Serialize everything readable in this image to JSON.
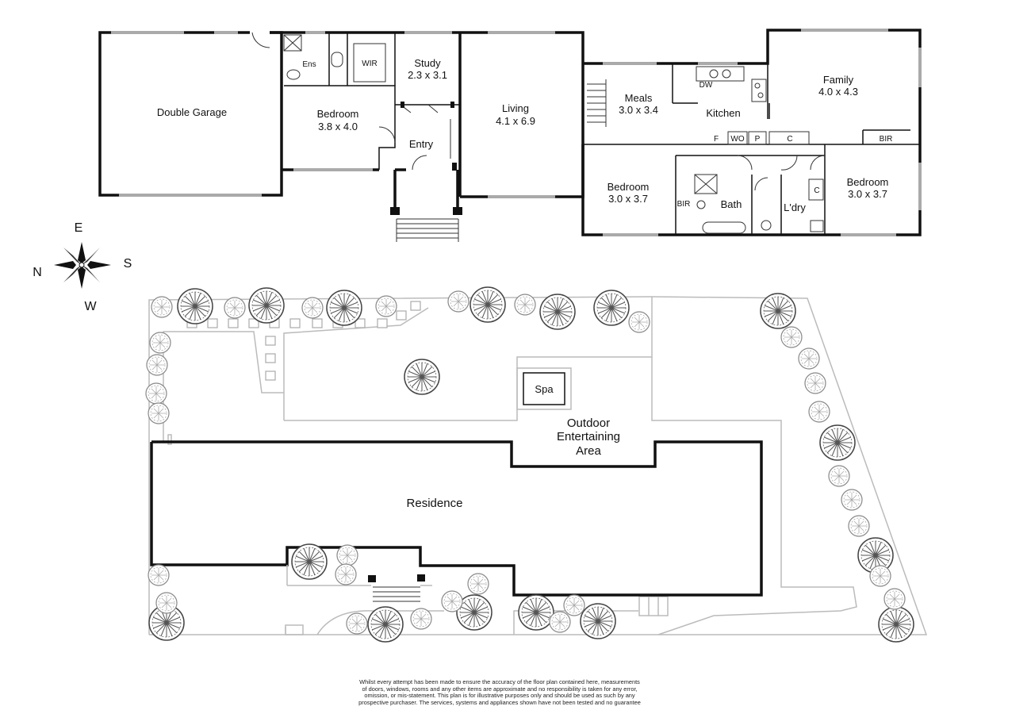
{
  "floorplan": {
    "rooms": [
      {
        "id": "garage",
        "name": "Double Garage",
        "size": ""
      },
      {
        "id": "ens",
        "name": "Ens",
        "size": ""
      },
      {
        "id": "wir",
        "name": "WIR",
        "size": ""
      },
      {
        "id": "bedroom1",
        "name": "Bedroom",
        "size": "3.8 x 4.0"
      },
      {
        "id": "study",
        "name": "Study",
        "size": "2.3 x 3.1"
      },
      {
        "id": "entry",
        "name": "Entry",
        "size": ""
      },
      {
        "id": "living",
        "name": "Living",
        "size": "4.1 x 6.9"
      },
      {
        "id": "meals",
        "name": "Meals",
        "size": "3.0 x 3.4"
      },
      {
        "id": "kitchen",
        "name": "Kitchen",
        "size": ""
      },
      {
        "id": "family",
        "name": "Family",
        "size": "4.0 x 4.3"
      },
      {
        "id": "bedroom2",
        "name": "Bedroom",
        "size": "3.0 x 3.7"
      },
      {
        "id": "bath",
        "name": "Bath",
        "size": ""
      },
      {
        "id": "laundry",
        "name": "L'dry",
        "size": ""
      },
      {
        "id": "bedroom3",
        "name": "Bedroom",
        "size": "3.0 x 3.7"
      }
    ],
    "fixtures": {
      "dw": "DW",
      "f": "F",
      "wo": "WO",
      "p": "P",
      "c1": "C",
      "bir1": "BIR",
      "bir2": "BIR",
      "c2": "C"
    }
  },
  "compass": {
    "top": "E",
    "left": "N",
    "right": "S",
    "bottom": "W"
  },
  "siteplan": {
    "spa": "Spa",
    "outdoor_line1": "Outdoor",
    "outdoor_line2": "Entertaining",
    "outdoor_line3": "Area",
    "residence": "Residence"
  },
  "disclaimer": {
    "line1": "Whilst every attempt has been made to ensure the accuracy of the floor plan contained here, measurements",
    "line2": "of doors, windows, rooms and any other items are approximate and no responsibility is taken for any error,",
    "line3": "omission, or mis-statement. This plan is for illustrative purposes only and should be used as such by any",
    "line4": "prospective purchaser. The services, systems and appliances shown have not been tested and no guarantee"
  },
  "colors": {
    "wall": "#111111",
    "window": "#aaaaaa",
    "tree": "#555555",
    "path": "#bbbbbb"
  }
}
